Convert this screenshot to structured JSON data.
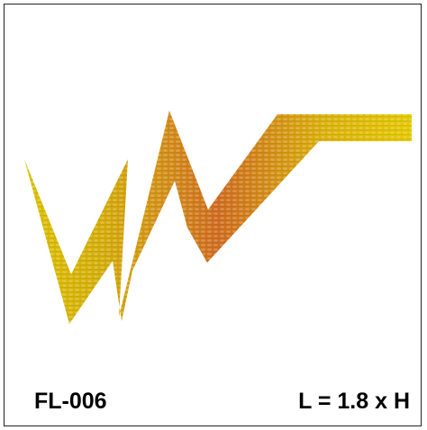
{
  "card": {
    "code": "FL-006",
    "ratio": "L = 1.8 x H"
  },
  "artwork": {
    "icon": "zigzag-lightning-ribbon",
    "colors": {
      "gold": "#e2c400",
      "amber": "#d79a12",
      "orange": "#d0641d",
      "border": "#222222"
    }
  }
}
